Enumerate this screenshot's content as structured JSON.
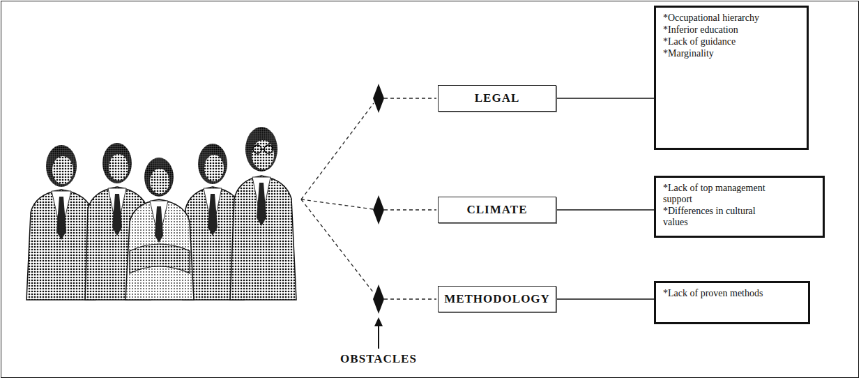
{
  "diagram": {
    "nodes": [
      {
        "text": [
          "LEGAL"
        ]
      },
      {
        "text": [
          "*Occupational hierarchy",
          "*Inferior education",
          "*Lack of guidance",
          "*Marginality"
        ]
      },
      {
        "text": [
          "CLIMATE"
        ]
      },
      {
        "text": [
          "*Lack of top management support",
          "*Differences in cultural values"
        ]
      },
      {
        "text": [
          "METHODOLOGY"
        ]
      },
      {
        "text": [
          "*Lack of proven methods"
        ]
      }
    ],
    "edges": [
      {
        "from": 0,
        "to": 1,
        "arrow": "none"
      },
      {
        "from": 2,
        "to": 3,
        "arrow": "none"
      },
      {
        "from": 4,
        "to": 5,
        "arrow": "none"
      }
    ],
    "labels": [
      "OBSTACLES"
    ]
  }
}
